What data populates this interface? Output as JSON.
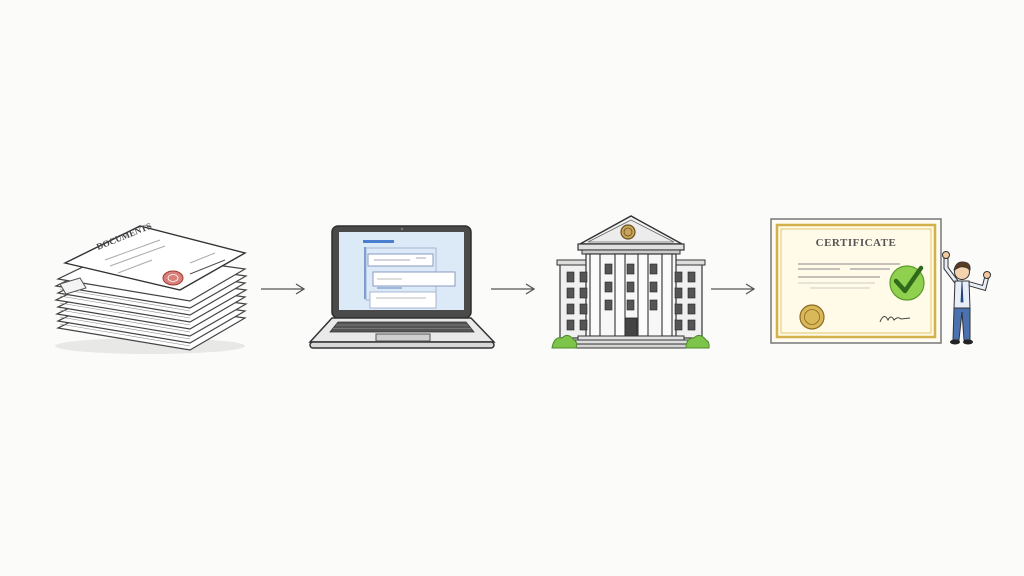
{
  "diagram": {
    "type": "process-flow",
    "direction": "left-to-right",
    "steps": [
      {
        "id": "documents",
        "label": "Stack of documents",
        "header_text": "DOCUMENTS"
      },
      {
        "id": "online-application",
        "label": "Laptop with online form"
      },
      {
        "id": "institution",
        "label": "Government / institution building"
      },
      {
        "id": "certificate",
        "label": "Certificate awarded",
        "header_text": "CERTIFICATE"
      }
    ],
    "arrows": [
      {
        "from": "documents",
        "to": "online-application"
      },
      {
        "from": "online-application",
        "to": "institution"
      },
      {
        "from": "institution",
        "to": "certificate"
      }
    ]
  },
  "colors": {
    "background": "#fbfbfa",
    "ink": "#3a3a3a",
    "screen": "#dce9f7",
    "form_accent": "#4a7fd0",
    "seal_red": "#c0504d",
    "gold": "#d4b04a",
    "certificate_paper": "#fffbe8",
    "check_green": "#7cc43a",
    "bush_green": "#74c04a",
    "shirt": "#e8eef8",
    "tie": "#2c5aa0",
    "pants": "#4a72b0"
  }
}
